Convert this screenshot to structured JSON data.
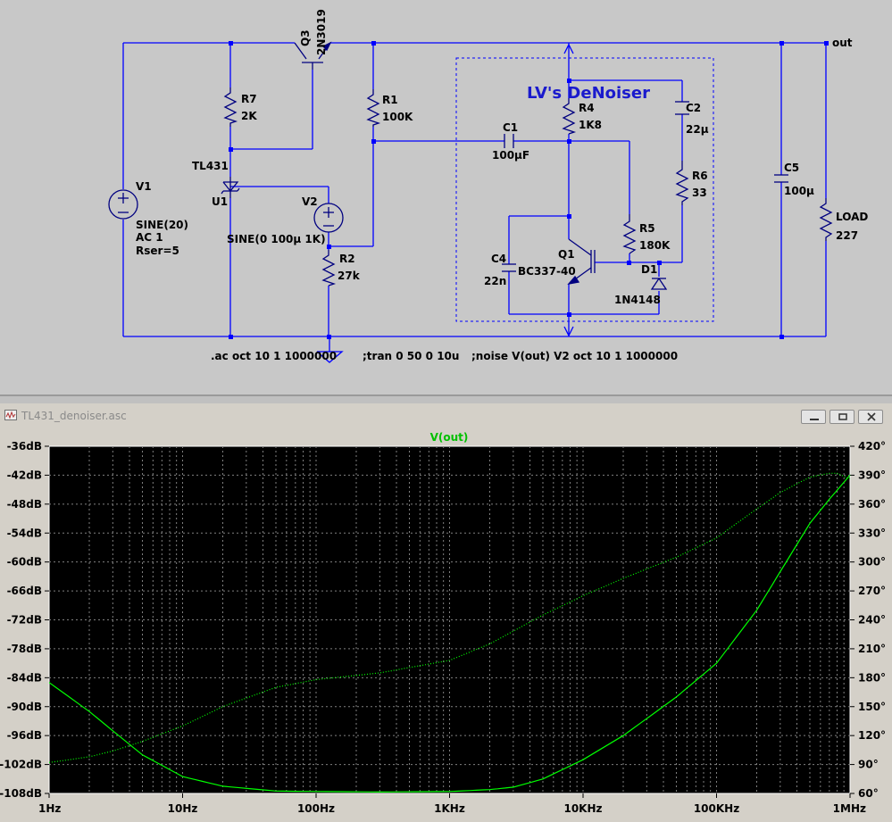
{
  "schematic": {
    "title_text": "LV's DeNoiser",
    "net_out": "out",
    "components": {
      "q3": {
        "name": "Q3",
        "model": "2N3019"
      },
      "r7": {
        "name": "R7",
        "value": "2K"
      },
      "r1": {
        "name": "R1",
        "value": "100K"
      },
      "u1": {
        "name": "U1",
        "model": "TL431"
      },
      "v1": {
        "name": "V1",
        "line1": "SINE(20)",
        "line2": "AC 1",
        "line3": "Rser=5"
      },
      "v2": {
        "name": "V2",
        "value": "SINE(0 100µ 1K)"
      },
      "r2": {
        "name": "R2",
        "value": "27k"
      },
      "c1": {
        "name": "C1",
        "value": "100µF"
      },
      "r4": {
        "name": "R4",
        "value": "1K8"
      },
      "c2": {
        "name": "C2",
        "value": "22µ"
      },
      "r6": {
        "name": "R6",
        "value": "33"
      },
      "r5": {
        "name": "R5",
        "value": "180K"
      },
      "q1": {
        "name": "Q1",
        "model": "BC337-40"
      },
      "c4": {
        "name": "C4",
        "value": "22n"
      },
      "d1": {
        "name": "D1",
        "model": "1N4148"
      },
      "c5": {
        "name": "C5",
        "value": "100µ"
      },
      "load": {
        "name": "LOAD",
        "value": "227"
      }
    },
    "directives": {
      "ac": ".ac oct 10 1 1000000",
      "tran": ";tran 0 50 0 10u",
      "noise": ";noise V(out) V2 oct 10 1 1000000"
    }
  },
  "plot_window": {
    "title": "TL431_denoiser.asc",
    "trace_label": "V(out)"
  },
  "colors": {
    "wire": "#0000ff",
    "component": "#000080",
    "title": "#1a1acd",
    "plot_bg": "#000000",
    "trace": "#00ff00",
    "grid": "#808080"
  },
  "chart_data": {
    "type": "line",
    "title": "V(out)",
    "xscale": "log",
    "xlim": [
      1,
      1000000
    ],
    "x_ticks": [
      "1Hz",
      "10Hz",
      "100Hz",
      "1KHz",
      "10KHz",
      "100KHz",
      "1MHz"
    ],
    "y_left_ticks": [
      "-36dB",
      "-42dB",
      "-48dB",
      "-54dB",
      "-60dB",
      "-66dB",
      "-72dB",
      "-78dB",
      "-84dB",
      "-90dB",
      "-96dB",
      "-102dB",
      "-108dB"
    ],
    "y_right_ticks": [
      "420°",
      "390°",
      "360°",
      "330°",
      "300°",
      "270°",
      "240°",
      "210°",
      "180°",
      "150°",
      "120°",
      "90°",
      "60°"
    ],
    "ylim_left": [
      -108,
      -36
    ],
    "ylim_right": [
      60,
      420
    ],
    "grid": true,
    "series": [
      {
        "axis": "left",
        "style": "solid",
        "x": [
          1,
          2,
          3,
          5,
          10,
          20,
          50,
          100,
          300,
          1000,
          2000,
          3000,
          5000,
          10000,
          20000,
          50000,
          100000,
          200000,
          300000,
          500000,
          700000,
          1000000
        ],
        "y": [
          -85,
          -91,
          -95,
          -100,
          -104.5,
          -106.5,
          -107.5,
          -107.6,
          -107.7,
          -107.6,
          -107.2,
          -106.7,
          -105,
          -101,
          -96,
          -88,
          -81,
          -70,
          -62,
          -52,
          -47,
          -42
        ]
      },
      {
        "axis": "right",
        "style": "dotted",
        "x": [
          1,
          2,
          3,
          5,
          10,
          20,
          50,
          100,
          300,
          1000,
          2000,
          5000,
          10000,
          20000,
          50000,
          100000,
          200000,
          300000,
          500000,
          700000,
          800000,
          1000000
        ],
        "y": [
          92,
          98,
          104,
          114,
          130,
          150,
          170,
          178,
          185,
          198,
          215,
          245,
          265,
          283,
          305,
          325,
          355,
          372,
          388,
          392,
          392,
          386
        ]
      }
    ]
  }
}
